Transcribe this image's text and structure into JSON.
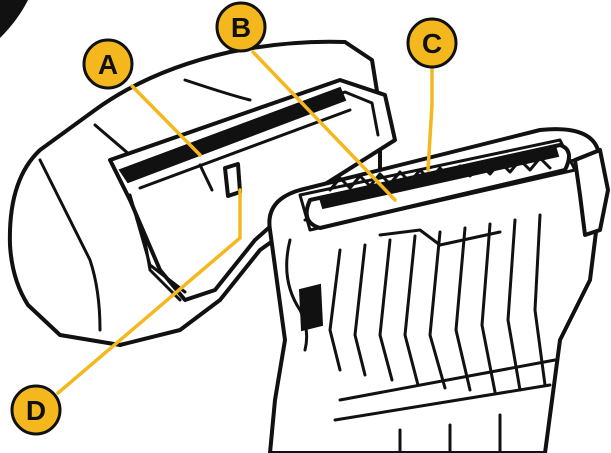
{
  "colors": {
    "callout_fill": "#f4b81e",
    "callout_stroke": "#111111",
    "leader_line": "#f4b81e",
    "line_art": "#111111",
    "background": "#ffffff"
  },
  "callouts": [
    {
      "id": "A",
      "label": "A"
    },
    {
      "id": "B",
      "label": "B"
    },
    {
      "id": "C",
      "label": "C"
    },
    {
      "id": "D",
      "label": "D"
    }
  ]
}
